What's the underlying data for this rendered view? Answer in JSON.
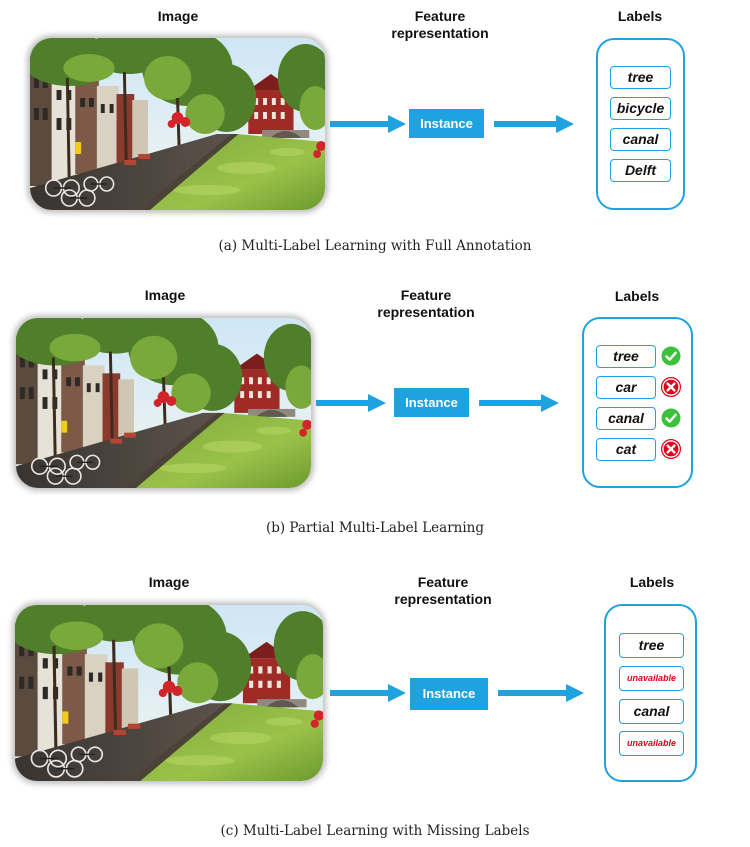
{
  "colors": {
    "accent": "#1ea2e0",
    "check": "#3cc13b",
    "cross": "#e0001b"
  },
  "panels": [
    {
      "image_header": "Image",
      "feature_header": "Feature\nrepresentation",
      "instance": "Instance",
      "labels_header": "Labels",
      "labels": [
        {
          "text": "tree"
        },
        {
          "text": "bicycle"
        },
        {
          "text": "canal"
        },
        {
          "text": "Delft"
        }
      ],
      "caption": "(a) Multi-Label Learning with Full Annotation"
    },
    {
      "image_header": "Image",
      "feature_header": "Feature\nrepresentation",
      "instance": "Instance",
      "labels_header": "Labels",
      "labels": [
        {
          "text": "tree",
          "status": "check-icon"
        },
        {
          "text": "car",
          "status": "cross-icon"
        },
        {
          "text": "canal",
          "status": "check-icon"
        },
        {
          "text": "cat",
          "status": "cross-icon"
        }
      ],
      "caption": "(b) Partial Multi-Label Learning"
    },
    {
      "image_header": "Image",
      "feature_header": "Feature\nrepresentation",
      "instance": "Instance",
      "labels_header": "Labels",
      "labels": [
        {
          "text": "tree"
        },
        {
          "text": "unavailable",
          "unavailable": true
        },
        {
          "text": "canal"
        },
        {
          "text": "unavailable",
          "unavailable": true
        }
      ],
      "caption": "(c) Multi-Label Learning with Missing Labels"
    }
  ]
}
